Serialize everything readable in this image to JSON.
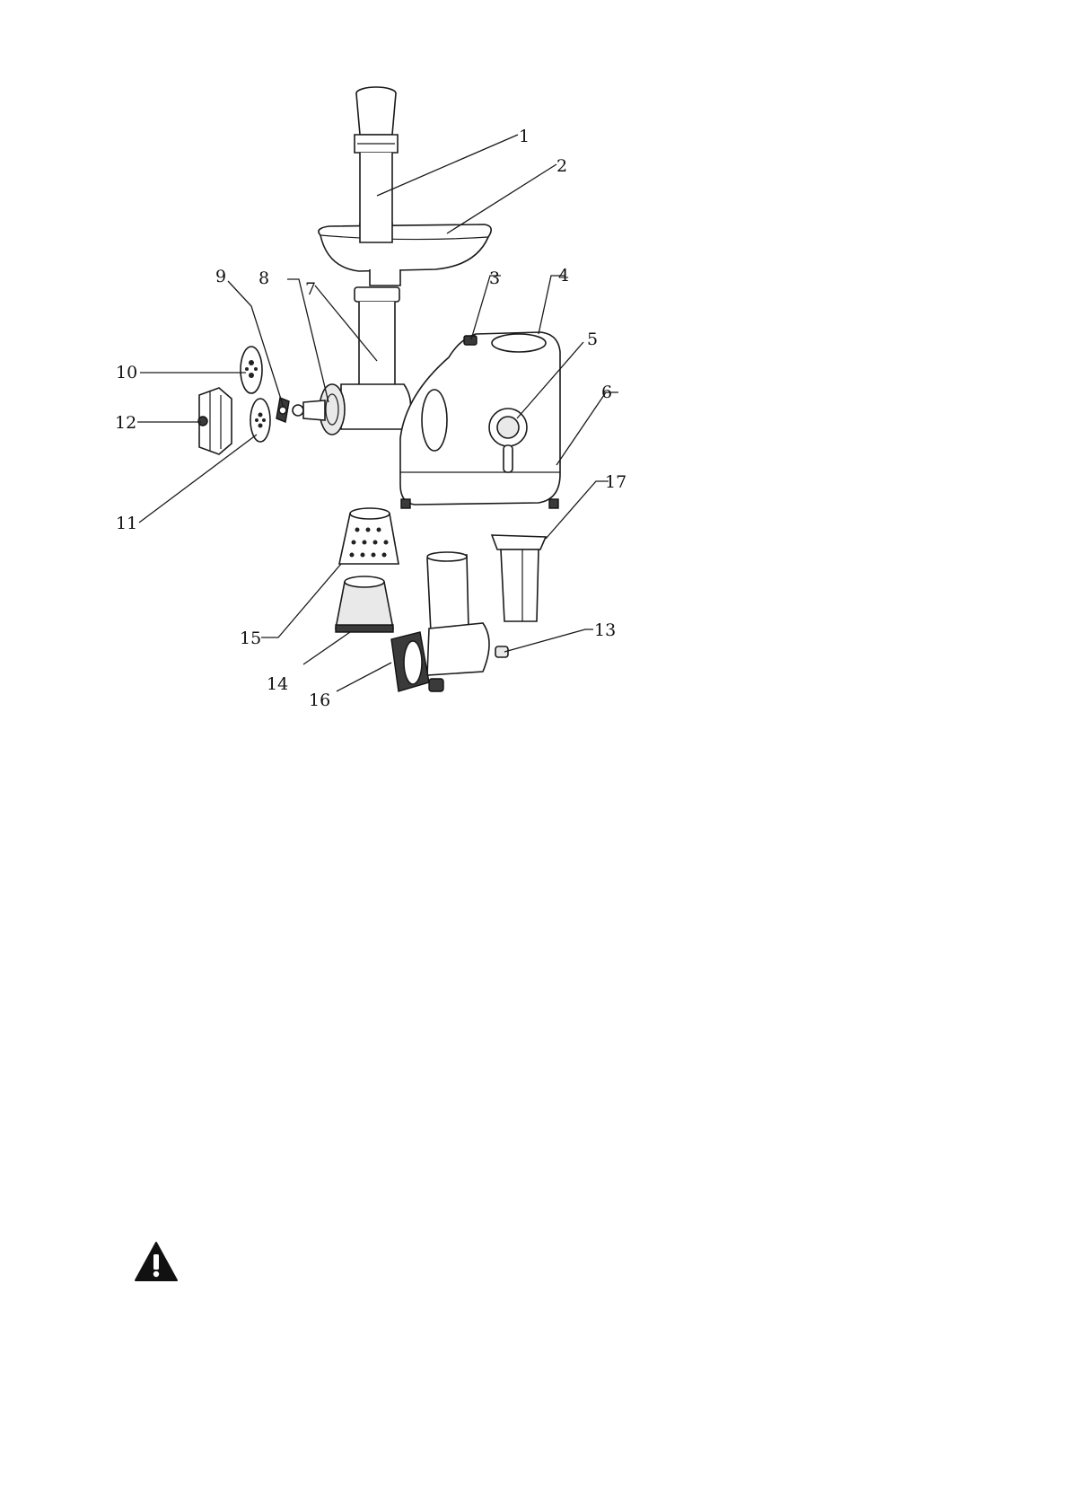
{
  "labels": {
    "l1": "1",
    "l2": "2",
    "l3": "3",
    "l4": "4",
    "l5": "5",
    "l6": "6",
    "l7": "7",
    "l8": "8",
    "l9": "9",
    "l10": "10",
    "l11": "11",
    "l12": "12",
    "l13": "13",
    "l14": "14",
    "l15": "15",
    "l16": "16",
    "l17": "17"
  },
  "icons": {
    "warning": "warning-triangle-icon"
  }
}
